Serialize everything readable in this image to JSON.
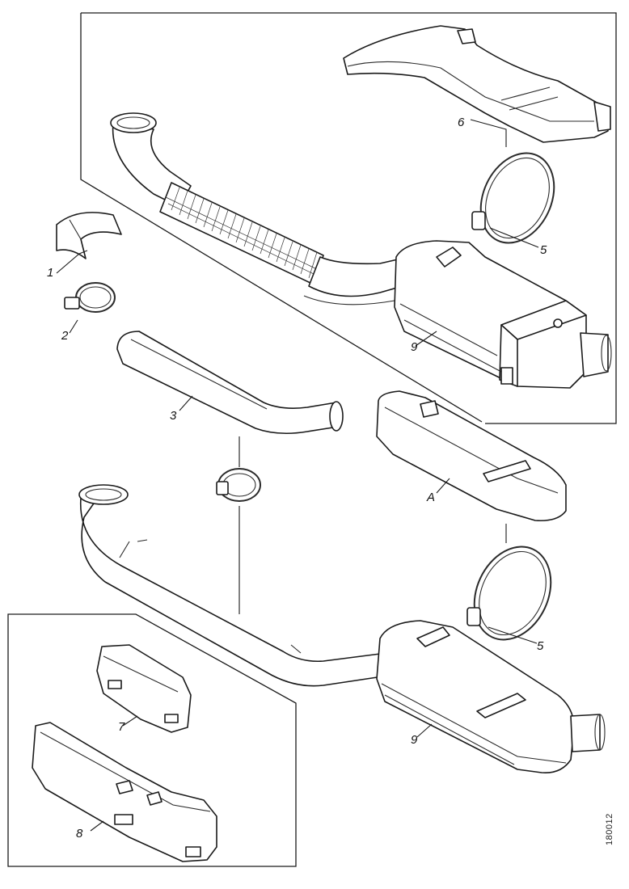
{
  "diagram": {
    "callouts": {
      "part_1": "1",
      "part_2": "2",
      "part_3": "3",
      "part_5_upper": "5",
      "part_5_lower": "5",
      "part_6": "6",
      "part_7": "7",
      "part_8": "8",
      "part_9_upper": "9",
      "part_9_lower": "9",
      "variant_a": "A"
    },
    "reference_code": "180012"
  },
  "colors": {
    "line": "#1a1a1a",
    "background": "#ffffff"
  }
}
